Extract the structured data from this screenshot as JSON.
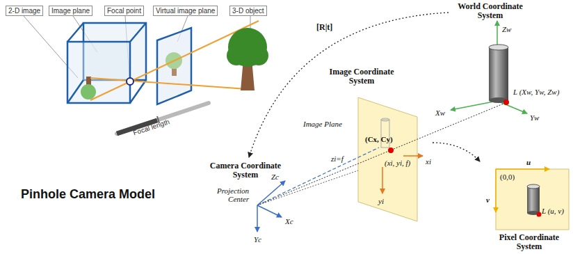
{
  "diagram": {
    "nodes": [
      {
        "text": [
          "2-D image"
        ]
      },
      {
        "text": [
          "Image plane"
        ]
      },
      {
        "text": [
          "Focal point"
        ]
      },
      {
        "text": [
          "Virtual image plane"
        ]
      },
      {
        "text": [
          "3-D object"
        ]
      },
      {
        "text": [
          "(0,0)",
          "u",
          "v",
          "L (u, v)"
        ]
      }
    ],
    "labels": [
      "Focal length",
      "Pinhole Camera Model",
      "[R|t]",
      "World Coordinate System",
      "Zw",
      "Xw",
      "Yw",
      "L (Xw, Yw, Zw)",
      "Image Coordinate System",
      "Image Plane",
      "(Cx, Cy)",
      "(xi, yi, f)",
      "xi",
      "yi",
      "zi=f",
      "Camera Coordinate System",
      "Zc",
      "Projection Center",
      "Xc",
      "Yc",
      "Pixel Coordinate System"
    ]
  }
}
